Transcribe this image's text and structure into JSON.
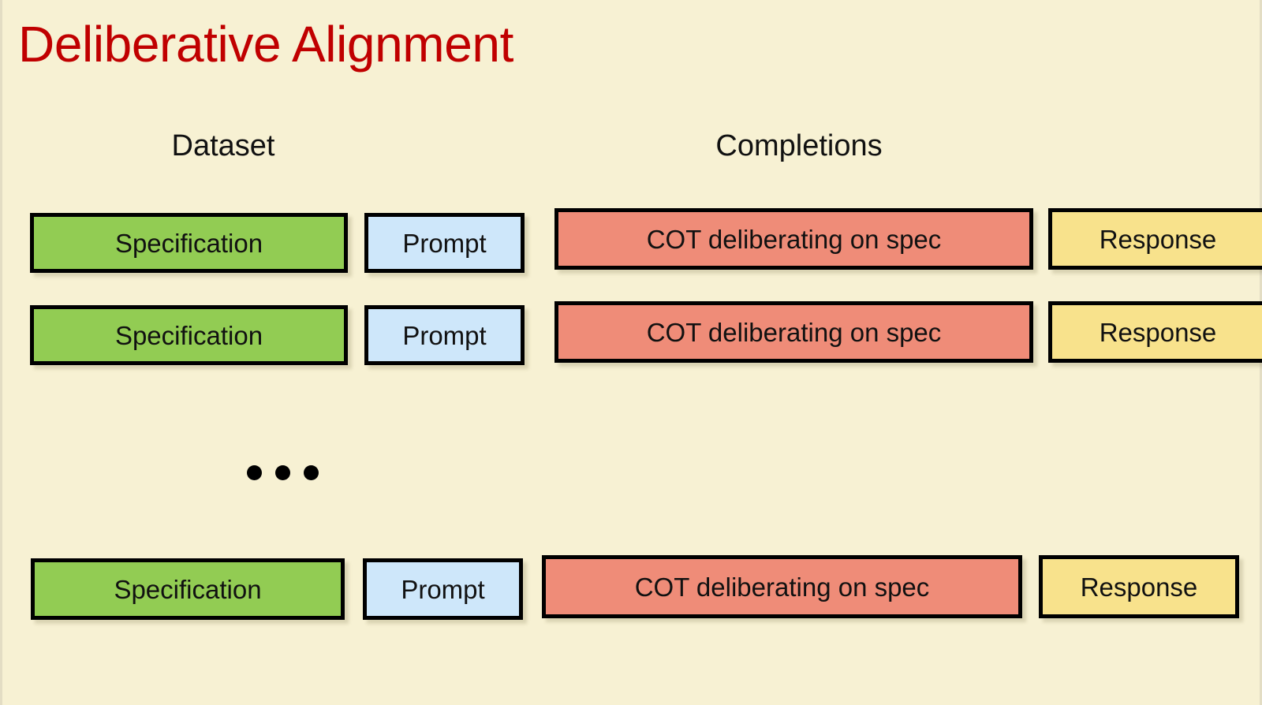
{
  "slide": {
    "title": "Deliberative Alignment",
    "title_color": "#c00000",
    "background_color": "#f7f1d3"
  },
  "headers": {
    "dataset": "Dataset",
    "completions": "Completions"
  },
  "colors": {
    "specification": "#92cc53",
    "prompt": "#cee7fa",
    "cot": "#ef8c78",
    "response": "#f8e28c",
    "border": "#000000"
  },
  "rows": [
    {
      "specification": "Specification",
      "prompt": "Prompt",
      "cot": "COT deliberating on spec",
      "response": "Response"
    },
    {
      "specification": "Specification",
      "prompt": "Prompt",
      "cot": "COT deliberating on spec",
      "response": "Response"
    },
    {
      "specification": "Specification",
      "prompt": "Prompt",
      "cot": "COT deliberating on spec",
      "response": "Response"
    }
  ],
  "ellipsis": {
    "label": "…",
    "dot_count": 3
  }
}
